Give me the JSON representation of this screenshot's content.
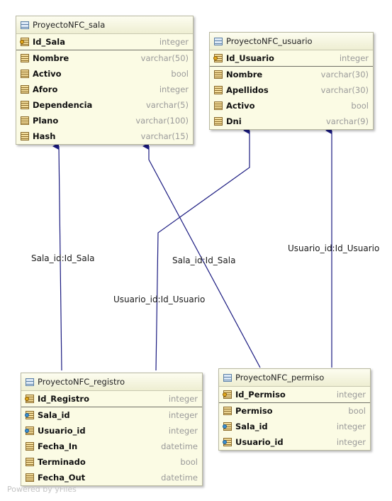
{
  "tables": {
    "sala": {
      "title": "ProyectoNFC_sala",
      "columns": [
        {
          "name": "Id_Sala",
          "type": "integer"
        },
        {
          "name": "Nombre",
          "type": "varchar(50)"
        },
        {
          "name": "Activo",
          "type": "bool"
        },
        {
          "name": "Aforo",
          "type": "integer"
        },
        {
          "name": "Dependencia",
          "type": "varchar(5)"
        },
        {
          "name": "Plano",
          "type": "varchar(100)"
        },
        {
          "name": "Hash",
          "type": "varchar(15)"
        }
      ]
    },
    "usuario": {
      "title": "ProyectoNFC_usuario",
      "columns": [
        {
          "name": "Id_Usuario",
          "type": "integer"
        },
        {
          "name": "Nombre",
          "type": "varchar(30)"
        },
        {
          "name": "Apellidos",
          "type": "varchar(30)"
        },
        {
          "name": "Activo",
          "type": "bool"
        },
        {
          "name": "Dni",
          "type": "varchar(9)"
        }
      ]
    },
    "registro": {
      "title": "ProyectoNFC_registro",
      "columns": [
        {
          "name": "Id_Registro",
          "type": "integer"
        },
        {
          "name": "Sala_id",
          "type": "integer"
        },
        {
          "name": "Usuario_id",
          "type": "integer"
        },
        {
          "name": "Fecha_In",
          "type": "datetime"
        },
        {
          "name": "Terminado",
          "type": "bool"
        },
        {
          "name": "Fecha_Out",
          "type": "datetime"
        }
      ]
    },
    "permiso": {
      "title": "ProyectoNFC_permiso",
      "columns": [
        {
          "name": "Id_Permiso",
          "type": "integer"
        },
        {
          "name": "Permiso",
          "type": "bool"
        },
        {
          "name": "Sala_id",
          "type": "integer"
        },
        {
          "name": "Usuario_id",
          "type": "integer"
        }
      ]
    }
  },
  "edge_labels": {
    "registro_sala": "Sala_id:Id_Sala",
    "permiso_sala": "Sala_id:Id_Sala",
    "registro_usuario": "Usuario_id:Id_Usuario",
    "permiso_usuario": "Usuario_id:Id_Usuario"
  },
  "watermark": "Powered by yFiles",
  "colors": {
    "edge": "#1a1a80",
    "table_bg": "#fbfbe4"
  }
}
